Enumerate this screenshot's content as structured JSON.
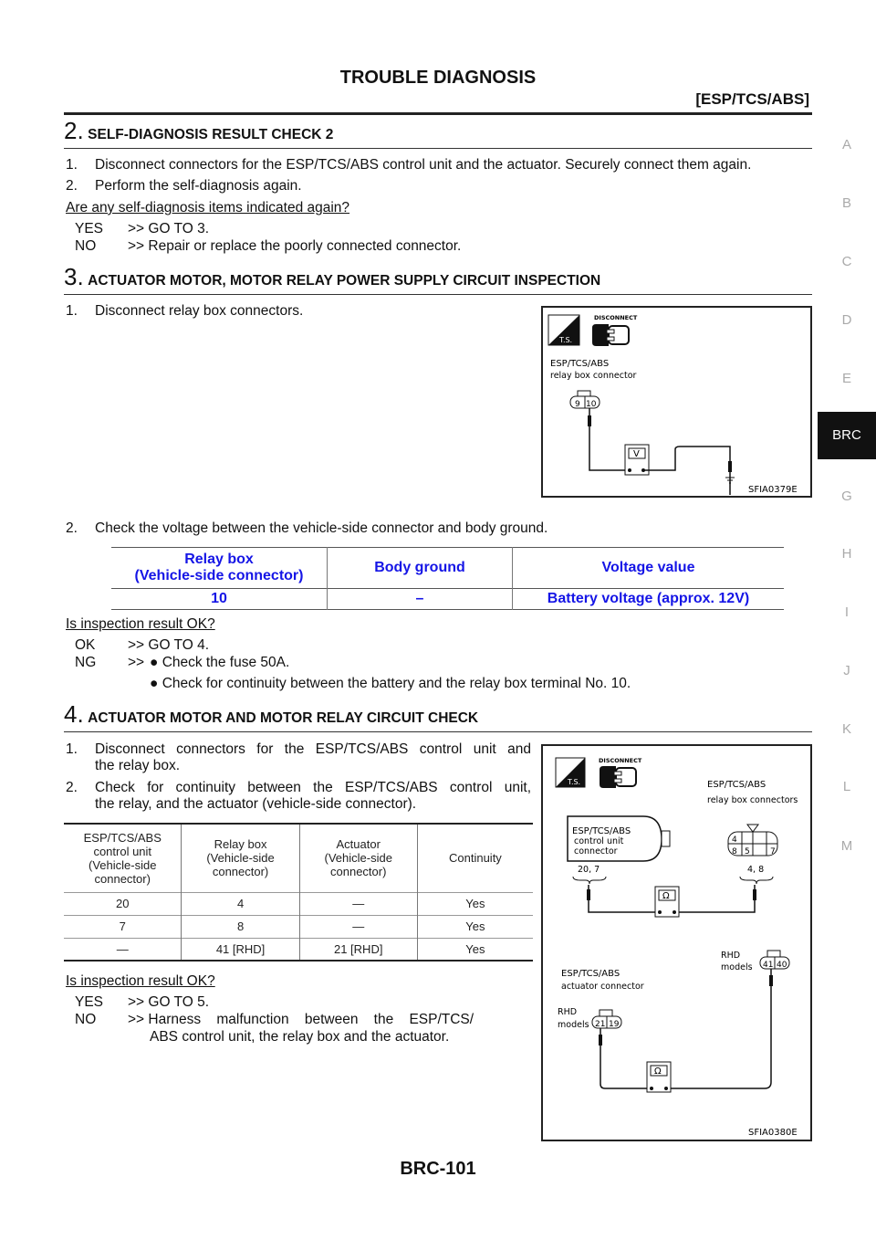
{
  "header": {
    "title": "TROUBLE DIAGNOSIS",
    "subtitle": "[ESP/TCS/ABS]"
  },
  "side_tabs": [
    {
      "label": "A"
    },
    {
      "label": "B"
    },
    {
      "label": "C"
    },
    {
      "label": "D"
    },
    {
      "label": "E"
    },
    {
      "label": "BRC",
      "active": true
    },
    {
      "label": "G"
    },
    {
      "label": "H"
    },
    {
      "label": "I"
    },
    {
      "label": "J"
    },
    {
      "label": "K"
    },
    {
      "label": "L"
    },
    {
      "label": "M"
    }
  ],
  "step2": {
    "num": "2.",
    "title": "SELF-DIAGNOSIS RESULT CHECK 2",
    "items": [
      "1.",
      "Disconnect connectors for the ESP/TCS/ABS  control unit and the actuator. Securely connect them again.",
      "2.",
      "Perform the self-diagnosis again."
    ],
    "question": "Are any self-diagnosis items indicated again?",
    "answers": [
      {
        "key": "YES",
        "text": ">> GO TO 3."
      },
      {
        "key": "NO",
        "text": ">> Repair or replace the poorly connected connector."
      }
    ]
  },
  "step3": {
    "num": "3.",
    "title": "ACTUATOR MOTOR, MOTOR RELAY POWER SUPPLY CIRCUIT INSPECTION",
    "item1": {
      "n": "1.",
      "text": "Disconnect relay box connectors."
    },
    "item2": {
      "n": "2.",
      "text": "Check the voltage between the vehicle-side connector and body ground."
    },
    "figure": {
      "disconnect": "DISCONNECT",
      "ts": "T.S.",
      "label1": "ESP/TCS/ABS",
      "label2": "relay box connector",
      "pin_a": "9",
      "pin_b": "10",
      "meter": "V",
      "code": "SFIA0379E"
    },
    "table": {
      "headers": [
        "Relay box",
        "(Vehicle-side connector)",
        "Body ground",
        "Voltage value"
      ],
      "row": [
        "10",
        "–",
        "Battery voltage (approx. 12V)"
      ]
    },
    "question": "Is inspection result OK?",
    "answers": [
      {
        "key": "OK",
        "text": ">> GO TO 4."
      },
      {
        "key": "NG",
        "text": ">>"
      }
    ],
    "ng_bullets": [
      "Check the fuse 50A.",
      "Check for continuity between the battery and the relay box terminal No. 10."
    ]
  },
  "step4": {
    "num": "4.",
    "title": "ACTUATOR MOTOR AND MOTOR RELAY CIRCUIT CHECK",
    "items": [
      {
        "n": "1.",
        "l1": "Disconnect connectors for the ESP/TCS/ABS control unit and",
        "l2": "the relay box."
      },
      {
        "n": "2.",
        "l1": "Check for continuity between the ESP/TCS/ABS control unit,",
        "l2": "the relay, and the actuator (vehicle-side connector)."
      }
    ],
    "table": {
      "headers": [
        [
          "ESP/TCS/ABS",
          "control unit",
          "(Vehicle-side",
          "connector)"
        ],
        [
          "Relay box",
          "(Vehicle-side",
          "connector)"
        ],
        [
          "Actuator",
          "(Vehicle-side",
          "connector)"
        ],
        [
          "Continuity"
        ]
      ],
      "rows": [
        [
          "20",
          "4",
          "—",
          "Yes"
        ],
        [
          "7",
          "8",
          "—",
          "Yes"
        ],
        [
          "—",
          "41 [RHD]",
          "21 [RHD]",
          "Yes"
        ]
      ]
    },
    "question": "Is inspection result OK?",
    "answers": [
      {
        "key": "YES",
        "text": ">> GO TO 5."
      },
      {
        "key": "NO",
        "text": ">> Harness    malfunction    between    the    ESP/TCS/",
        "text2": "ABS  control unit, the relay box and the actuator."
      }
    ],
    "figure": {
      "disconnect": "DISCONNECT",
      "ts": "T.S.",
      "relay1": "ESP/TCS/ABS",
      "relay2": "relay box connectors",
      "cu1": "ESP/TCS/ABS",
      "cu2": "control unit",
      "cu3": "connector",
      "cu_pins": "20, 7",
      "rb_pins": "4, 8",
      "p4": "4",
      "p8": "8",
      "p5": "5",
      "p7": "7",
      "meter": "Ω",
      "rhd1": "RHD",
      "models1": "models",
      "p41": "41",
      "p40": "40",
      "act1": "ESP/TCS/ABS",
      "act2": "actuator connector",
      "rhd2": "RHD",
      "models2": "models",
      "p21": "21",
      "p19": "19",
      "code": "SFIA0380E"
    }
  },
  "footer": {
    "page": "BRC-101"
  }
}
